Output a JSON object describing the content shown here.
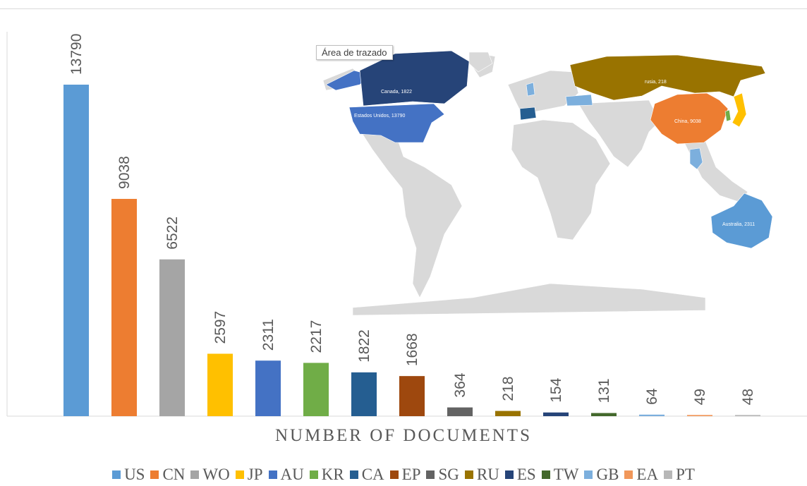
{
  "chart_data": {
    "type": "bar",
    "categories": [
      "US",
      "CN",
      "WO",
      "JP",
      "AU",
      "KR",
      "CA",
      "EP",
      "SG",
      "RU",
      "ES",
      "TW",
      "GB",
      "EA",
      "PT"
    ],
    "values": [
      13790,
      9038,
      6522,
      2597,
      2311,
      2217,
      1822,
      1668,
      364,
      218,
      154,
      131,
      64,
      49,
      48
    ],
    "colors": [
      "#5b9bd5",
      "#ed7d31",
      "#a5a5a5",
      "#ffc000",
      "#4472c4",
      "#70ad47",
      "#255e91",
      "#9e480e",
      "#636363",
      "#997300",
      "#264478",
      "#43682b",
      "#7cafdd",
      "#f1975a",
      "#b7b7b7"
    ],
    "title": "",
    "xlabel": "NUMBER OF DOCUMENTS",
    "ylabel": "",
    "ylim": [
      0,
      15000
    ],
    "grid": false,
    "legend": "bottom",
    "data_labels": true
  },
  "map": {
    "tooltip": "Área de trazado",
    "labels": {
      "canada": "Canada, 1822",
      "usa": "Estados Unidos, 13790",
      "russia": "rusia, 218",
      "china": "China, 9038",
      "australia": "Australia, 2311"
    },
    "colors": {
      "land": "#d9d9d9",
      "usa": "#4472c4",
      "canada": "#264478",
      "russia": "#997300",
      "china": "#ed7d31",
      "australia": "#5b9bd5",
      "spain": "#255e91",
      "uk": "#7cafdd",
      "japan": "#ffc000",
      "korea": "#70ad47",
      "se_asia": "#7cafdd"
    }
  }
}
